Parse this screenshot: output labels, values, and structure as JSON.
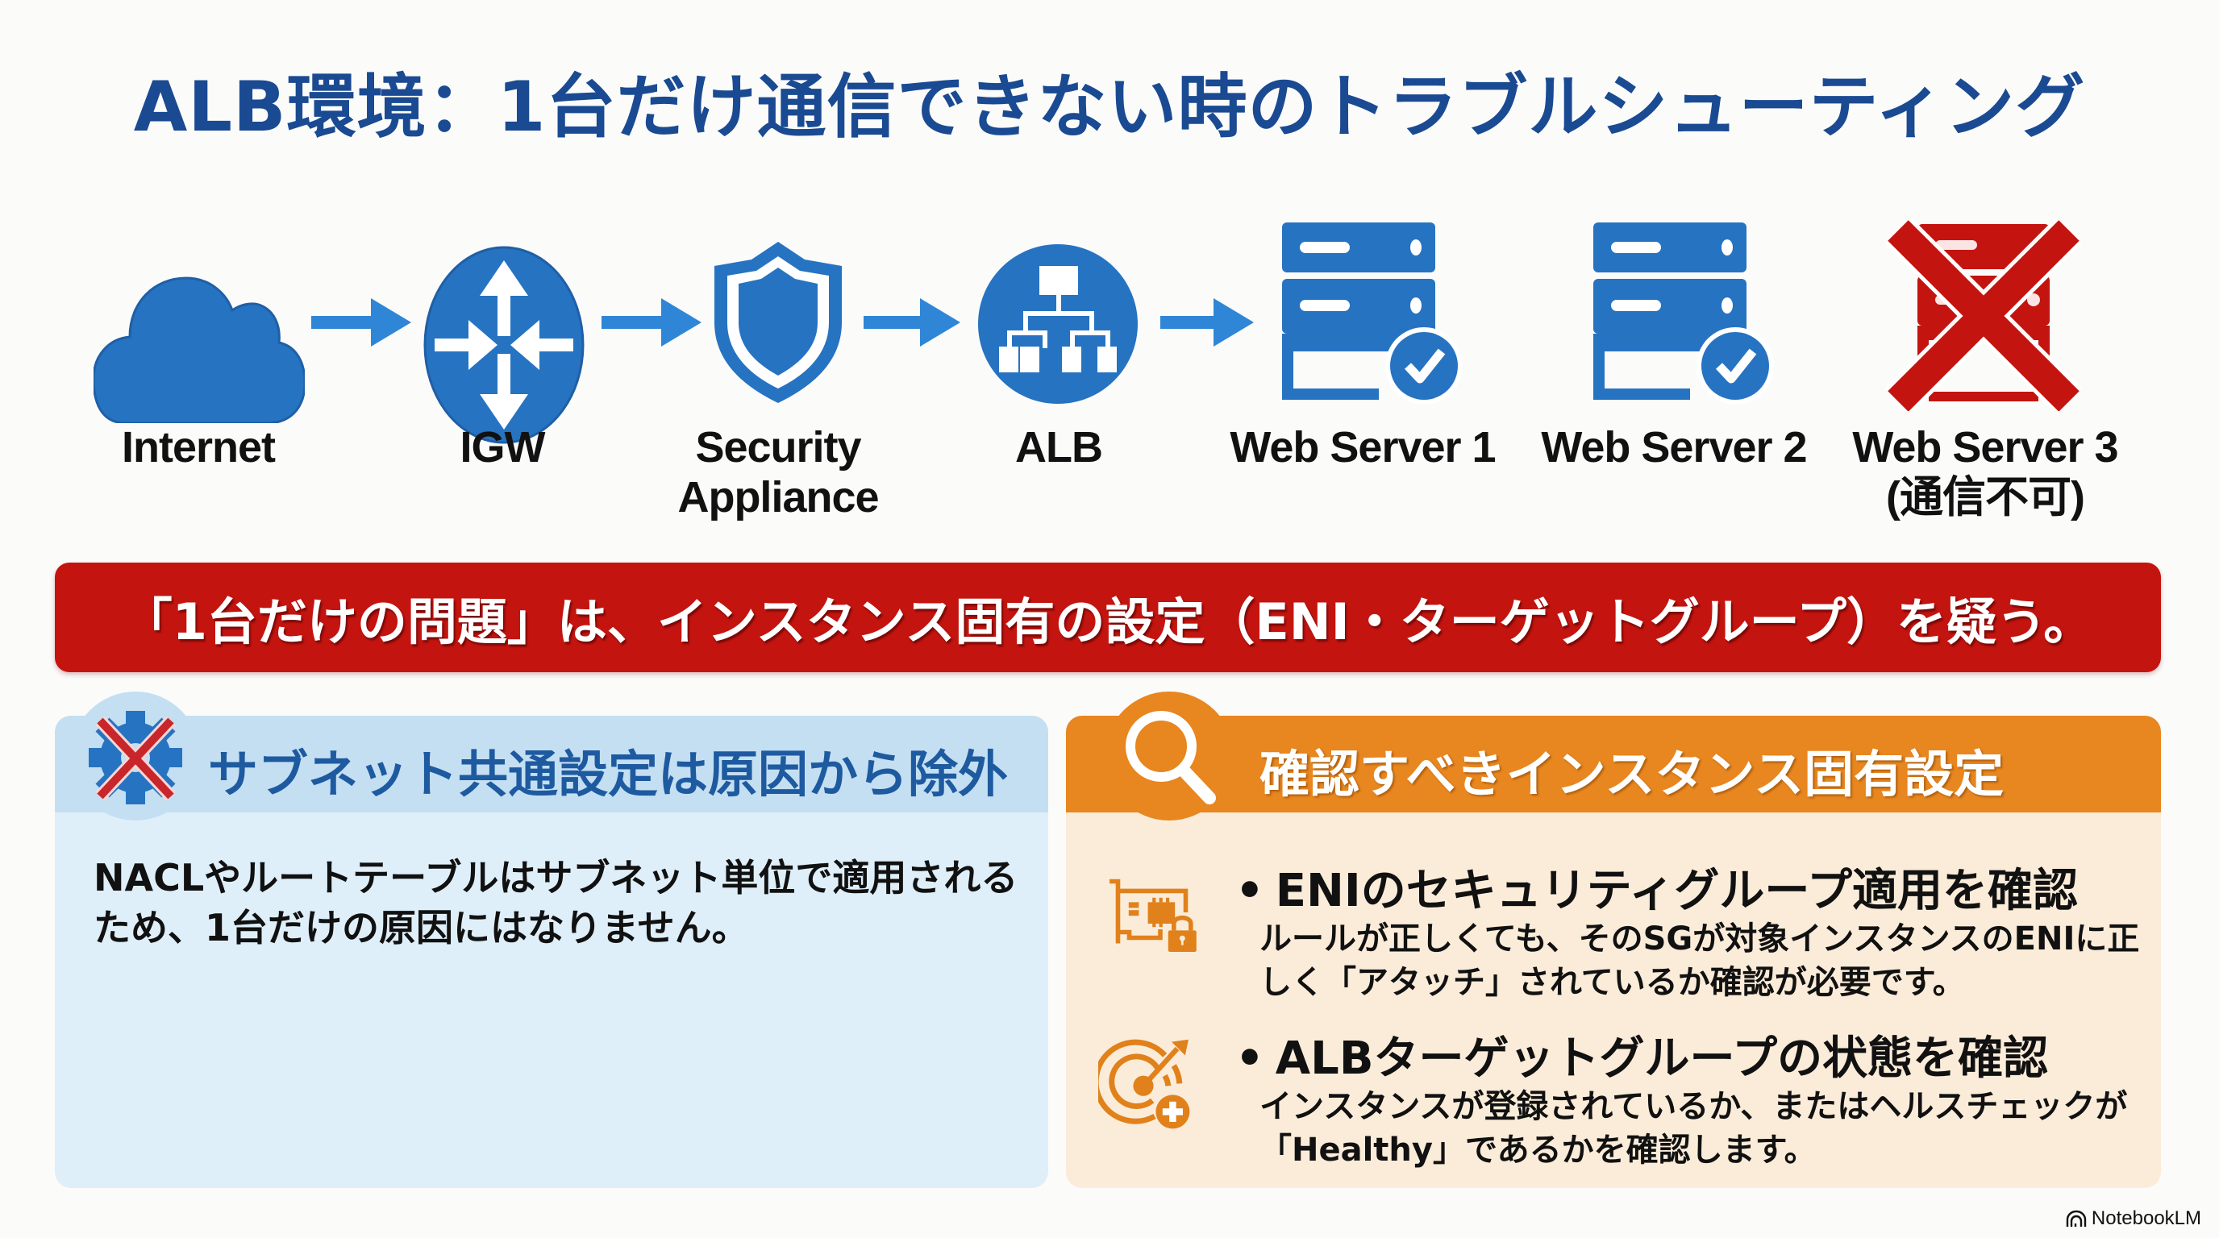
{
  "title": "ALB環境：1台だけ通信できない時のトラブルシューティング",
  "colors": {
    "title": "#1a4a92",
    "icon_blue": "#2673c2",
    "arrow_blue": "#2f86d6",
    "alert_red": "#c4140f",
    "orange": "#e8861f",
    "left_panel_bg": "#dfeff9",
    "right_panel_bg": "#fbecd9"
  },
  "flow": {
    "nodes": [
      {
        "label": "Internet",
        "icon": "cloud-icon",
        "status": "normal"
      },
      {
        "label": "IGW",
        "icon": "router-icon",
        "status": "normal"
      },
      {
        "label": "Security\nAppliance",
        "icon": "shield-icon",
        "status": "normal"
      },
      {
        "label": "ALB",
        "icon": "load-balancer-icon",
        "status": "normal"
      },
      {
        "label": "Web Server 1",
        "icon": "server-check-icon",
        "status": "ok"
      },
      {
        "label": "Web Server 2",
        "icon": "server-check-icon",
        "status": "ok"
      },
      {
        "label": "Web Server 3\n(通信不可)",
        "icon": "server-crossed-icon",
        "status": "failed"
      }
    ],
    "arrow_icon": "arrow-right-icon"
  },
  "banner": {
    "text": "「1台だけの問題」は、インスタンス固有の設定（ENI・ターゲットグループ）を疑う。"
  },
  "left_panel": {
    "icon": "gear-crossed-icon",
    "title": "サブネット共通設定は原因から除外",
    "body": "NACLやルートテーブルはサブネット単位で適用されるため、1台だけの原因にはなりません。"
  },
  "right_panel": {
    "icon": "magnifier-icon",
    "title": "確認すべきインスタンス固有設定",
    "items": [
      {
        "icon": "network-card-lock-icon",
        "bullet": "•",
        "heading": "ENIのセキュリティグループ適用を確認",
        "description": "ルールが正しくても、そのSGが対象インスタンスのENIに正しく「アタッチ」されているか確認が必要です。"
      },
      {
        "icon": "target-health-icon",
        "bullet": "•",
        "heading": "ALBターゲットグループの状態を確認",
        "description": "インスタンスが登録されているか、またはヘルスチェックが「Healthy」であるかを確認します。"
      }
    ]
  },
  "brand": {
    "name": "NotebookLM",
    "icon": "notebooklm-logo-icon"
  }
}
